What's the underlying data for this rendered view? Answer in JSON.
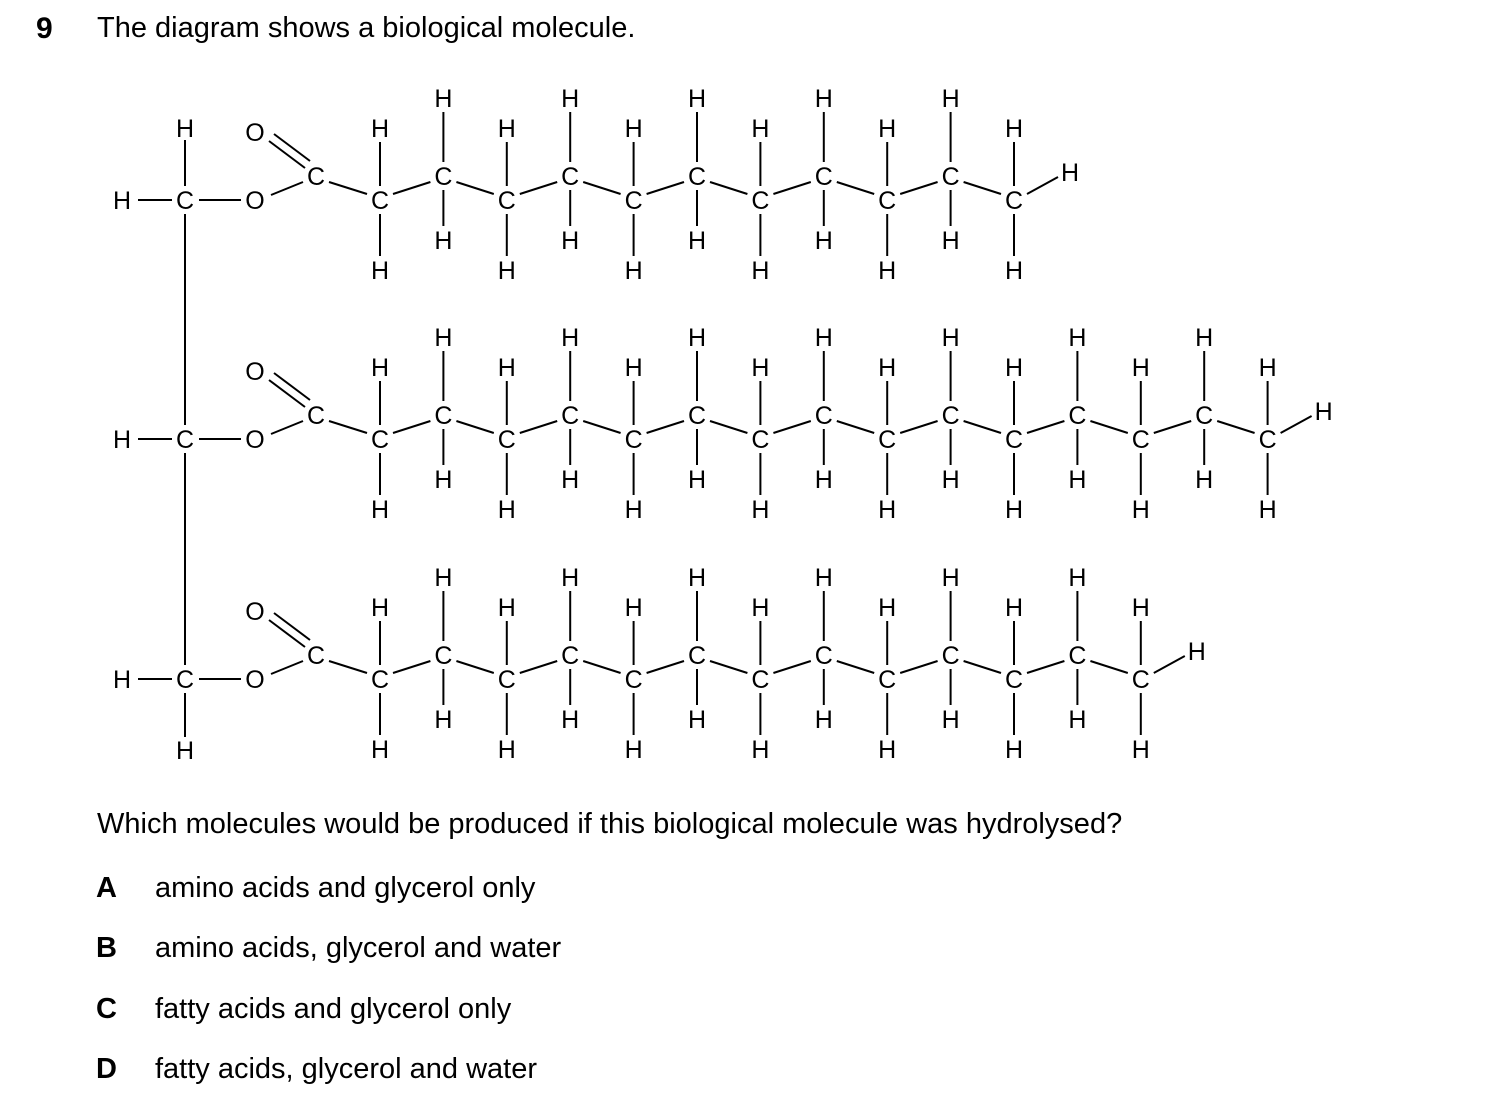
{
  "question": {
    "number": "9",
    "stem": "The diagram shows a biological molecule.",
    "prompt": "Which molecules would be produced if this biological molecule was hydrolysed?"
  },
  "options": [
    {
      "letter": "A",
      "text": "amino acids and glycerol only"
    },
    {
      "letter": "B",
      "text": "amino acids, glycerol and water"
    },
    {
      "letter": "C",
      "text": "fatty acids and glycerol only"
    },
    {
      "letter": "D",
      "text": "fatty acids, glycerol and water"
    }
  ],
  "molecule": {
    "atom_labels": {
      "hydrogen": "H",
      "carbon": "C",
      "oxygen": "O"
    },
    "chains": [
      {
        "name": "chain-1",
        "chain_carbons": 11
      },
      {
        "name": "chain-2",
        "chain_carbons": 15
      },
      {
        "name": "chain-3",
        "chain_carbons": 13
      }
    ]
  }
}
